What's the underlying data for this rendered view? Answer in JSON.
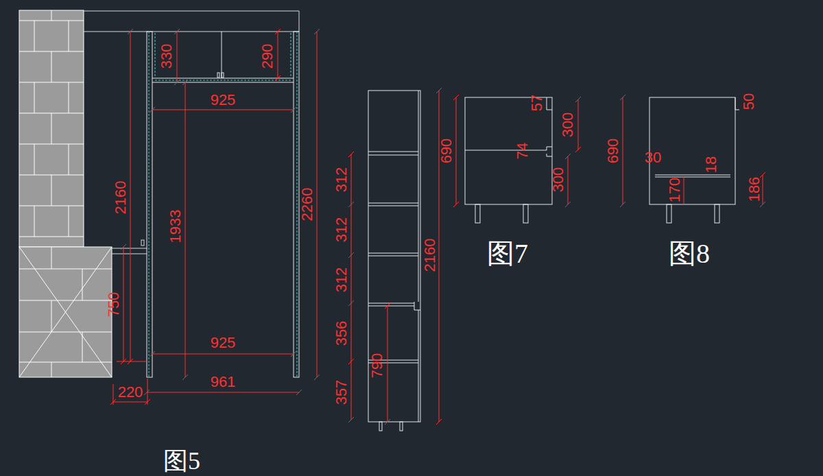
{
  "diagram": {
    "labels": [
      "330",
      "290",
      "925",
      "2160",
      "1933",
      "2260",
      "750",
      "925",
      "220",
      "961",
      "图5",
      "312",
      "312",
      "312",
      "356",
      "357",
      "790",
      "2160",
      "690",
      "57",
      "300",
      "74",
      "300",
      "图7",
      "690",
      "50",
      "30",
      "18",
      "170",
      "186",
      "图8"
    ]
  }
}
